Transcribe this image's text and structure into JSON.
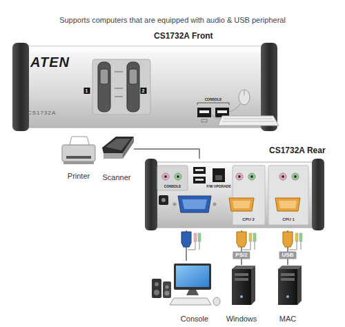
{
  "diagram": {
    "title": "Supports computers that are equipped with audio & USB peripheral",
    "nodes": [
      {
        "text": [
          "CS1732A Front",
          "ATEN",
          "CS1732A"
        ]
      },
      {
        "text": [
          "CS1732A Rear"
        ]
      },
      {
        "text": [
          "Printer"
        ]
      },
      {
        "text": [
          "Scanner"
        ]
      },
      {
        "text": [
          "Console"
        ]
      },
      {
        "text": [
          "Windows"
        ]
      },
      {
        "text": [
          "MAC"
        ]
      }
    ],
    "edges": [
      {
        "from": 3,
        "to": 1,
        "arrow": "none"
      },
      {
        "from": 1,
        "to": 4,
        "arrow": "none"
      },
      {
        "from": 1,
        "to": 5,
        "label": "PS/2",
        "arrow": "none"
      },
      {
        "from": 1,
        "to": 6,
        "label": "USB",
        "arrow": "none"
      }
    ],
    "labels": [
      "1",
      "2",
      "CONSOLE",
      "CONSOLE",
      "F/W UPGRADE",
      "CPU 2",
      "CPU 1"
    ]
  }
}
